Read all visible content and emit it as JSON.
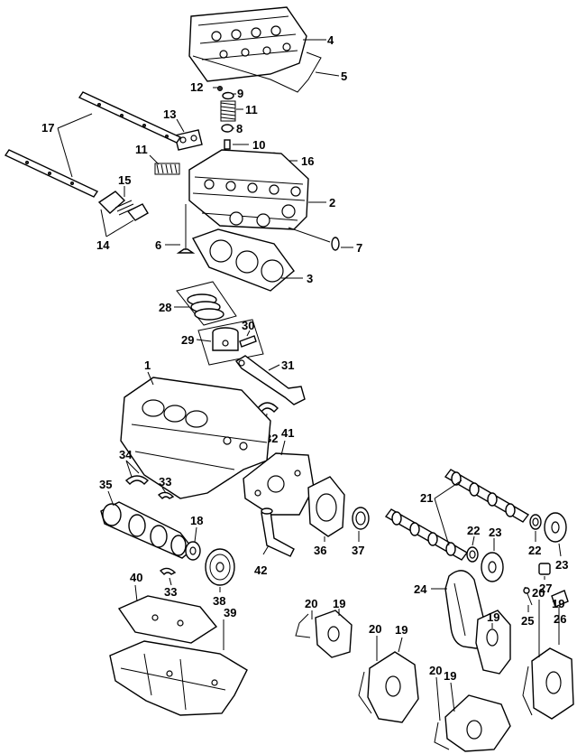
{
  "callouts": {
    "c1": "1",
    "c2": "2",
    "c3": "3",
    "c4": "4",
    "c5": "5",
    "c6": "6",
    "c7": "7",
    "c8": "8",
    "c9": "9",
    "c10": "10",
    "c11a": "11",
    "c11b": "11",
    "c12": "12",
    "c13": "13",
    "c14": "14",
    "c15": "15",
    "c16": "16",
    "c17": "17",
    "c18": "18",
    "c19a": "19",
    "c19b": "19",
    "c19c": "19",
    "c19d": "19",
    "c19e": "19",
    "c20a": "20",
    "c20b": "20",
    "c20c": "20",
    "c20d": "20",
    "c21": "21",
    "c22a": "22",
    "c22b": "22",
    "c23a": "23",
    "c23b": "23",
    "c24": "24",
    "c25": "25",
    "c26": "26",
    "c27": "27",
    "c28": "28",
    "c29": "29",
    "c30": "30",
    "c31": "31",
    "c32": "32",
    "c33a": "33",
    "c33b": "33",
    "c34": "34",
    "c35": "35",
    "c36": "36",
    "c37": "37",
    "c38": "38",
    "c39": "39",
    "c40": "40",
    "c41": "41",
    "c42": "42"
  }
}
